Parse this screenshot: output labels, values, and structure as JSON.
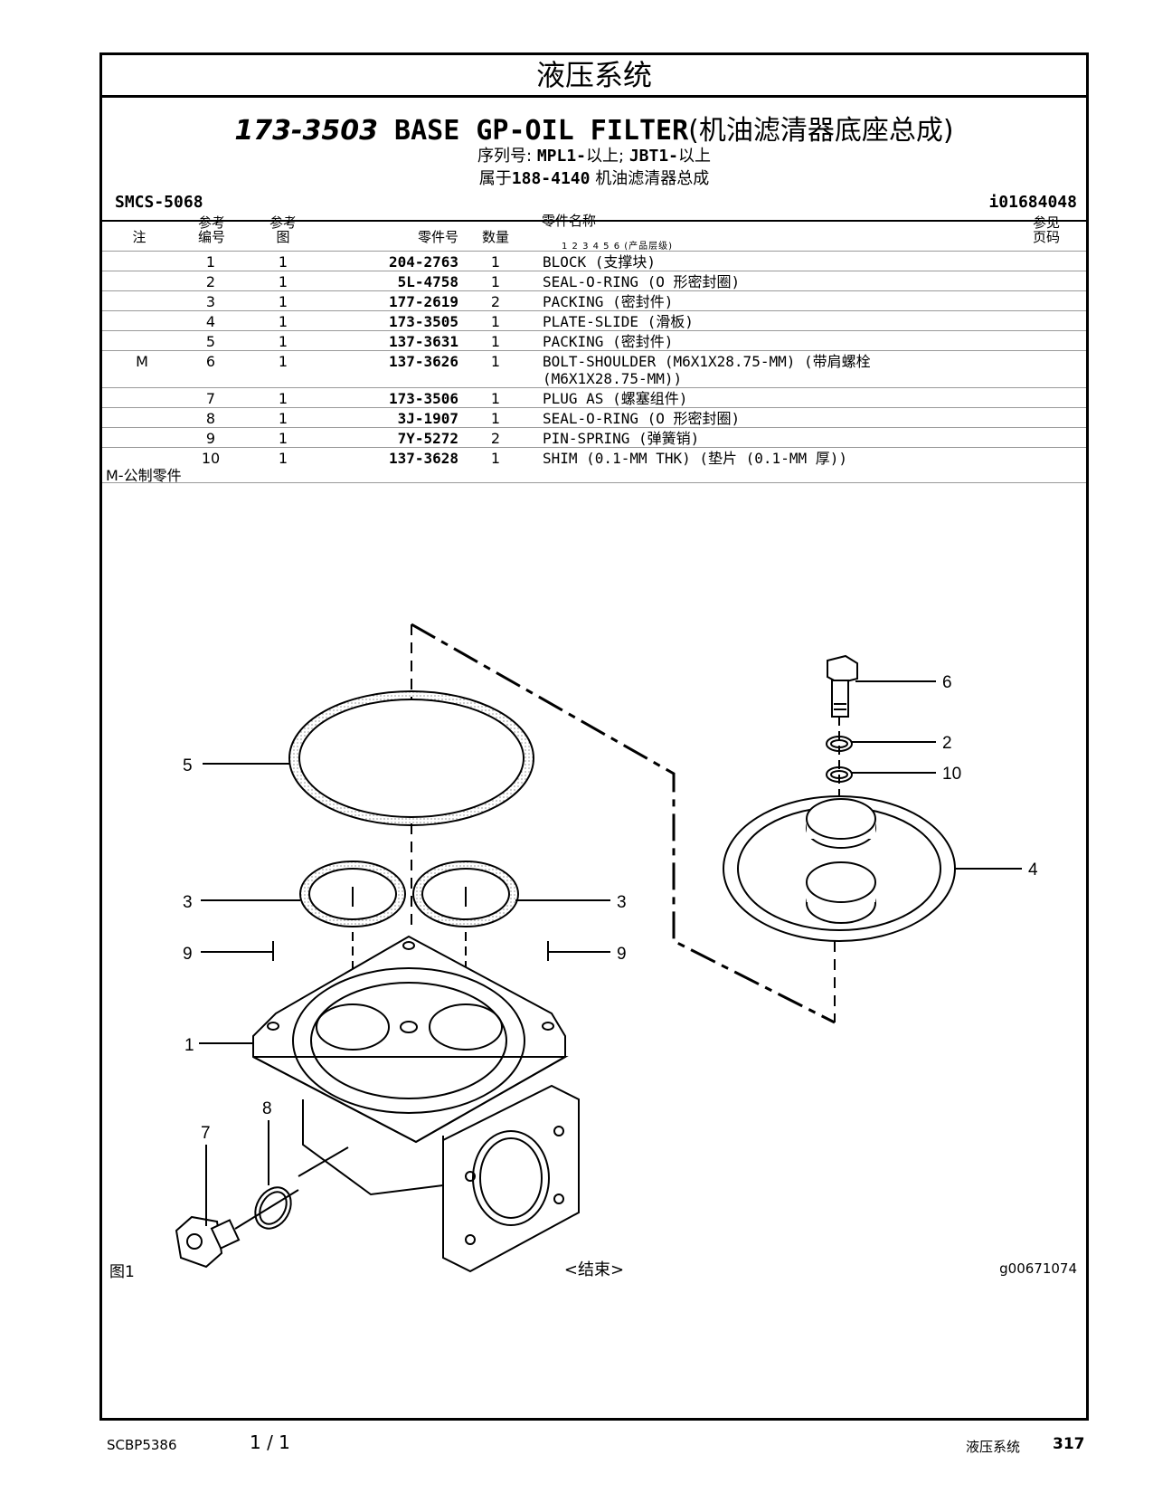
{
  "section_title": "液压系统",
  "title": {
    "part_number": "173-3503",
    "name": "BASE GP-OIL FILTER",
    "name_cn": "(机油滤清器底座总成)"
  },
  "serial": {
    "label": "序列号:",
    "mpl": "MPL1-",
    "mpl_suffix": "以上;",
    "jbt": "JBT1-",
    "jbt_suffix": "以上"
  },
  "belongs": {
    "prefix": "属于",
    "part": "188-4140",
    "name": "机油滤清器总成"
  },
  "smcs": "SMCS-5068",
  "illustration_id": "i01684048",
  "headers": {
    "note": "注",
    "item": "参考\n编号",
    "fig": "参考\n图",
    "part_no": "零件号",
    "qty": "数量",
    "part_name": "零件名称",
    "levels": "1 2 3 4 5 6 (产品层级)",
    "ref_page": "参见\n页码"
  },
  "rows": [
    {
      "note": "",
      "item": "1",
      "fig": "1",
      "pn": "204-2763",
      "qty": "1",
      "name": "BLOCK (支撑块)"
    },
    {
      "note": "",
      "item": "2",
      "fig": "1",
      "pn": "5L-4758",
      "qty": "1",
      "name": "SEAL-O-RING (O 形密封圈)"
    },
    {
      "note": "",
      "item": "3",
      "fig": "1",
      "pn": "177-2619",
      "qty": "2",
      "name": "PACKING (密封件)"
    },
    {
      "note": "",
      "item": "4",
      "fig": "1",
      "pn": "173-3505",
      "qty": "1",
      "name": "PLATE-SLIDE (滑板)"
    },
    {
      "note": "",
      "item": "5",
      "fig": "1",
      "pn": "137-3631",
      "qty": "1",
      "name": "PACKING (密封件)"
    },
    {
      "note": "M",
      "item": "6",
      "fig": "1",
      "pn": "137-3626",
      "qty": "1",
      "name": "BOLT-SHOULDER (M6X1X28.75-MM) (带肩螺栓\n(M6X1X28.75-MM))"
    },
    {
      "note": "",
      "item": "7",
      "fig": "1",
      "pn": "173-3506",
      "qty": "1",
      "name": "PLUG AS (螺塞组件)"
    },
    {
      "note": "",
      "item": "8",
      "fig": "1",
      "pn": "3J-1907",
      "qty": "1",
      "name": "SEAL-O-RING (O 形密封圈)"
    },
    {
      "note": "",
      "item": "9",
      "fig": "1",
      "pn": "7Y-5272",
      "qty": "2",
      "name": "PIN-SPRING (弹簧销)"
    },
    {
      "note": "",
      "item": "10",
      "fig": "1",
      "pn": "137-3628",
      "qty": "1",
      "name": "SHIM (0.1-MM THK) (垫片 (0.1-MM 厚))"
    }
  ],
  "metric_note": "M-公制零件",
  "callouts": [
    "5",
    "3",
    "3",
    "9",
    "9",
    "1",
    "8",
    "7",
    "6",
    "2",
    "10",
    "4"
  ],
  "figure_label": "图1",
  "end_label": "<结束>",
  "graphic_id": "g00671074",
  "footer": {
    "doc": "SCBP5386",
    "page_of": "1 / 1",
    "section": "液压系统",
    "page": "317"
  }
}
